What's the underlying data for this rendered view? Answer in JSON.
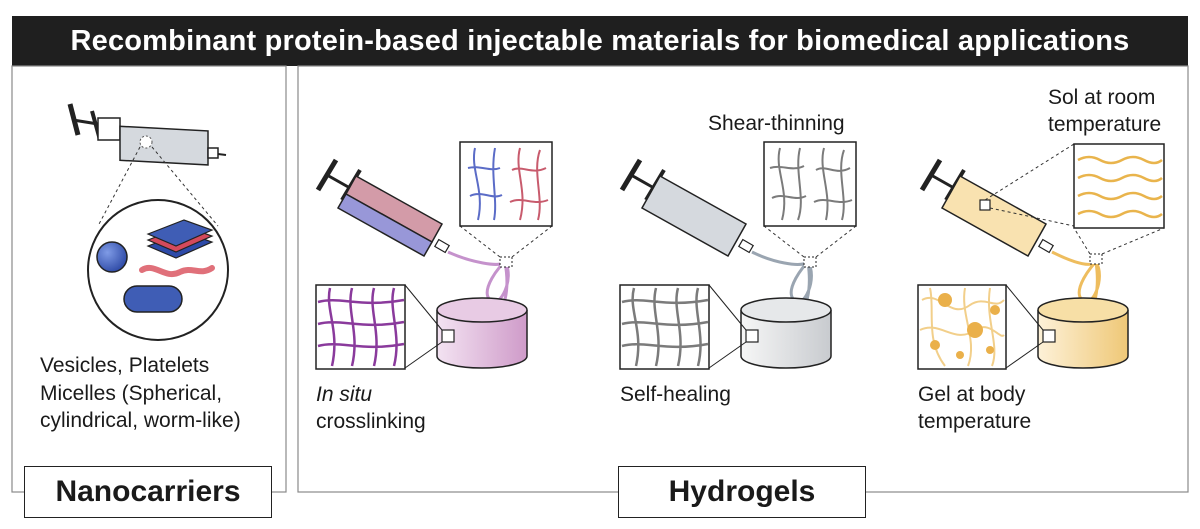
{
  "title": "Recombinant protein-based injectable materials for biomedical applications",
  "nanocarriers": {
    "section_label": "Nanocarriers",
    "caption_line1": "Vesicles, Platelets",
    "caption_line2": "Micelles (Spherical,",
    "caption_line3": "cylindrical, worm-like)"
  },
  "hydrogels": {
    "section_label": "Hydrogels",
    "in_situ": {
      "line1": "In situ",
      "line2": "crosslinking"
    },
    "shear": {
      "top_label": "Shear-thinning",
      "bottom_label": "Self-healing"
    },
    "thermo": {
      "top_line1": "Sol at room",
      "top_line2": "temperature",
      "bottom_line1": "Gel at body",
      "bottom_line2": "temperature"
    }
  },
  "colors": {
    "title_bg": "#1f1f1f",
    "blue": "#3f5db5",
    "red": "#c85b6d",
    "purple": "#8a3a9c",
    "gray": "#7b7b7b",
    "orange": "#e9b44c"
  }
}
